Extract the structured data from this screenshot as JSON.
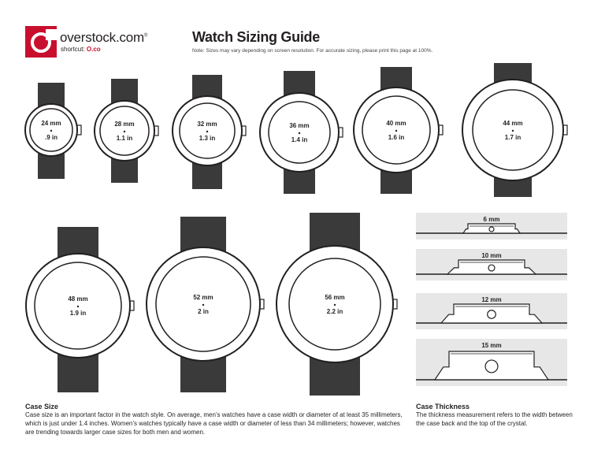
{
  "header": {
    "brand": "overstock.com",
    "brand_mark": "®",
    "shortcut_prefix": "shortcut: ",
    "shortcut_code": "O.co",
    "title": "Watch Sizing Guide",
    "note": "Note: Sizes may vary depending on screen resolution. For accurate sizing, please print this page at 100%."
  },
  "watches": [
    {
      "mm": "24 mm",
      "inch": ".9 in"
    },
    {
      "mm": "28 mm",
      "inch": "1.1 in"
    },
    {
      "mm": "32 mm",
      "inch": "1.3 in"
    },
    {
      "mm": "36 mm",
      "inch": "1.4 in"
    },
    {
      "mm": "40  mm",
      "inch": "1.6 in"
    },
    {
      "mm": "44 mm",
      "inch": "1.7 in"
    },
    {
      "mm": "48 mm",
      "inch": "1.9 in"
    },
    {
      "mm": "52 mm",
      "inch": "2 in"
    },
    {
      "mm": "56 mm",
      "inch": "2.2 in"
    }
  ],
  "thickness": [
    {
      "label": "6 mm"
    },
    {
      "label": "10 mm"
    },
    {
      "label": "12 mm"
    },
    {
      "label": "15 mm"
    }
  ],
  "case_size": {
    "title": "Case Size",
    "body": "Case size is an important factor in the watch style. On average, men’s watches have a case width or diameter of at least 35 millimeters, which is just under 1.4 inches. Women’s watches typically have a case width or diameter of less than 34 millimeters; however, watches are trending towards larger case sizes for both men and women."
  },
  "case_thickness": {
    "title": "Case Thickness",
    "body": "The thickness measurement refers to the width between the case back and the top of the crystal."
  },
  "colors": {
    "strap": "#3a3a3a",
    "panel": "#e7e7e8",
    "brand_red": "#c8102e"
  }
}
